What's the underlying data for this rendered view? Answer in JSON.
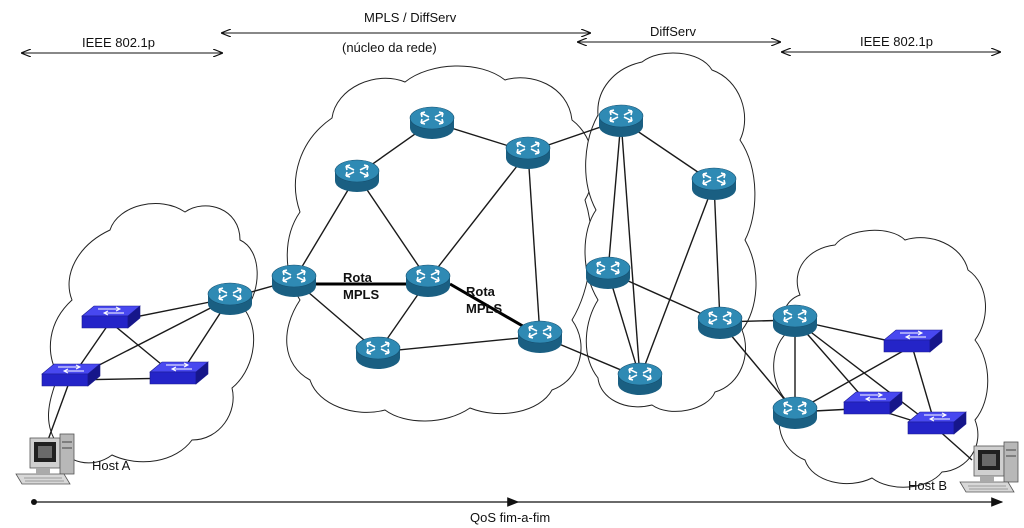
{
  "labels": {
    "ieee_left": "IEEE 802.1p",
    "mpls_diffserv": "MPLS / DiffServ",
    "nucleo": "(núcleo da rede)",
    "diffserv": "DiffServ",
    "ieee_right": "IEEE 802.1p",
    "rota_mpls_1_line1": "Rota",
    "rota_mpls_1_line2": "MPLS",
    "rota_mpls_2_line1": "Rota",
    "rota_mpls_2_line2": "MPLS",
    "host_a": "Host A",
    "host_b": "Host B",
    "qos": "QoS fim-a-fim"
  },
  "colors": {
    "router_top": "#2f7fa3",
    "router_body": "#1a5f82",
    "switch_top": "#3a3ae8",
    "switch_side": "#1c1caa"
  },
  "icons": {
    "router": "router-icon",
    "switch": "switch-icon",
    "host": "host-computer-icon"
  }
}
